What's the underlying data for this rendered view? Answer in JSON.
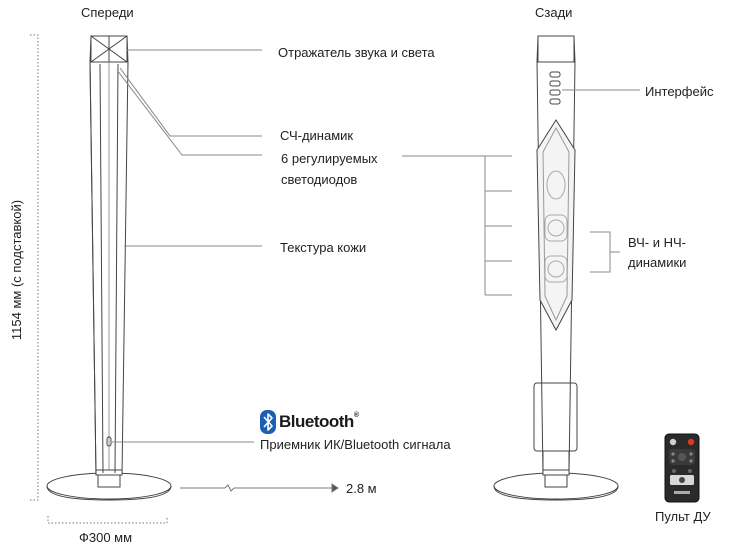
{
  "labels": {
    "front": "Спереди",
    "back": "Сзади",
    "reflector": "Отражатель звука и света",
    "mid_speaker": "СЧ-динамик",
    "leds": "6 регулируемых светодиодов",
    "leather": "Текстура кожи",
    "interface": "Интерфейс",
    "hf_lf": "ВЧ- и НЧ-динамики",
    "bluetooth_brand": "Bluetooth",
    "receiver": "Приемник ИК/Bluetooth сигнала",
    "distance": "2.8 м",
    "height": "1154 мм (с подставкой)",
    "diameter": "Ф300 мм",
    "remote": "Пульт ДУ"
  },
  "icons": {
    "bluetooth": "bluetooth-icon",
    "remote": "remote-control-icon"
  },
  "colors": {
    "line": "#555555",
    "dim": "#888888",
    "bluetooth_blue": "#1b5fb5",
    "remote_body": "#2a2a2a",
    "remote_red": "#d93a2b"
  }
}
